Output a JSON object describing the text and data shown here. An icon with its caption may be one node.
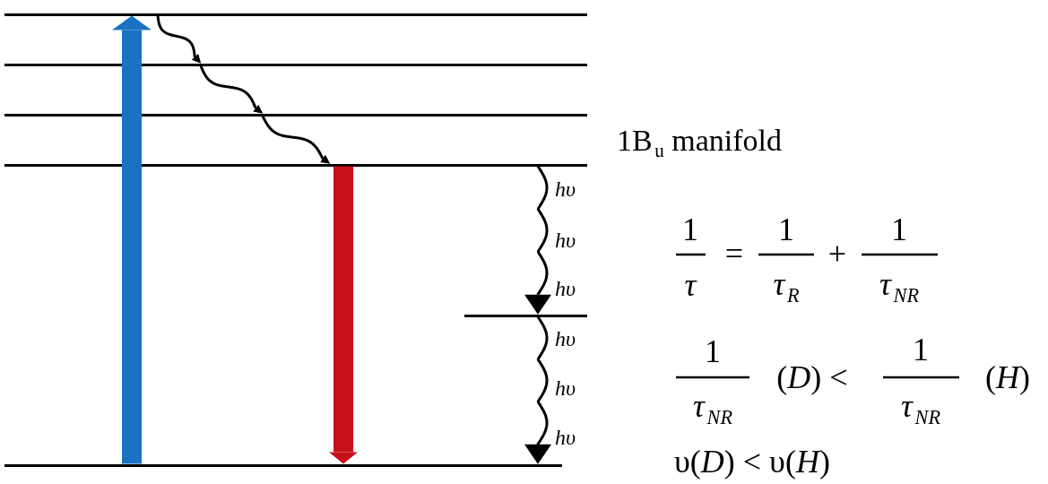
{
  "diagram": {
    "nodes": [
      {
        "text": [],
        "shape": "bar"
      },
      {
        "text": [],
        "shape": "bar"
      },
      {
        "text": [],
        "shape": "bar"
      },
      {
        "text": [],
        "shape": "bar"
      },
      {
        "text": [],
        "shape": "bar"
      },
      {
        "text": [],
        "shape": "bar"
      }
    ],
    "edges": [
      {
        "from": 5,
        "to": 0,
        "arrow": "to",
        "style": "thick",
        "color": "#1a73c2"
      },
      {
        "from": 0,
        "to": 1,
        "arrow": "to"
      },
      {
        "from": 1,
        "to": 2,
        "arrow": "to"
      },
      {
        "from": 2,
        "to": 3,
        "arrow": "to"
      },
      {
        "from": 3,
        "to": 5,
        "arrow": "to",
        "style": "thick",
        "color": "#c8101a"
      },
      {
        "from": 3,
        "to": 4,
        "arrow": "to"
      },
      {
        "from": 4,
        "to": 5,
        "arrow": "to"
      }
    ],
    "labels": [
      "1B$_{u}$ manifold",
      "hυ",
      "hυ",
      "hυ",
      "hυ",
      "hυ",
      "hυ",
      "1",
      "τ",
      "=",
      "1",
      "τ$_{R}$",
      "+",
      "1",
      "τ$_{NR}$",
      "1",
      "τ$_{NR}$",
      "(*D*) <",
      "1",
      "τ$_{NR}$",
      "(*H*)",
      "υ(*D*) < υ(*H*)"
    ]
  }
}
